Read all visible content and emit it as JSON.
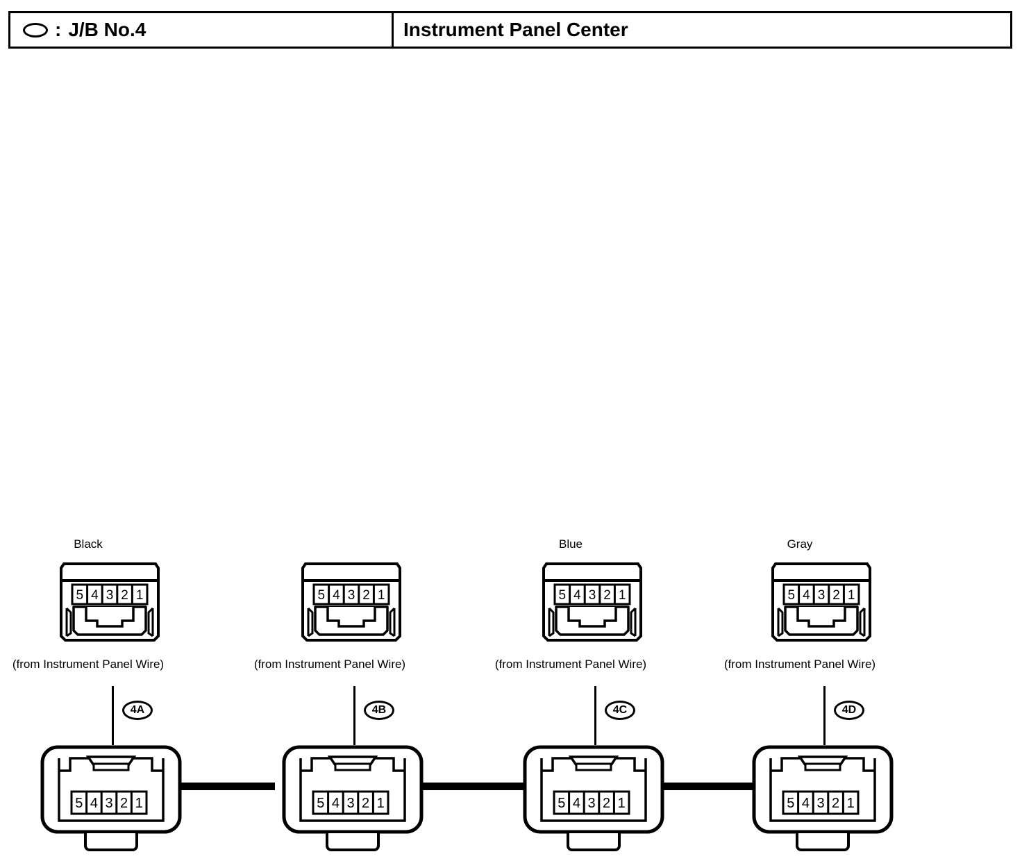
{
  "header": {
    "symbol_icon": "oval-icon",
    "colon": ":",
    "left_text": "J/B No.4",
    "right_text": "Instrument Panel Center"
  },
  "diagram": {
    "pin_labels": [
      "5",
      "4",
      "3",
      "2",
      "1"
    ],
    "from_caption": "(from Instrument Panel Wire)",
    "groups": [
      {
        "color_label": "Black",
        "code": "4A",
        "from_caption": "(from Instrument Panel Wire)",
        "top_pins": [
          "5",
          "4",
          "3",
          "2",
          "1"
        ],
        "bottom_pins": [
          "5",
          "4",
          "3",
          "2",
          "1"
        ]
      },
      {
        "color_label": "",
        "code": "4B",
        "from_caption": "(from Instrument Panel Wire)",
        "top_pins": [
          "5",
          "4",
          "3",
          "2",
          "1"
        ],
        "bottom_pins": [
          "5",
          "4",
          "3",
          "2",
          "1"
        ]
      },
      {
        "color_label": "Blue",
        "code": "4C",
        "from_caption": "(from Instrument Panel Wire)",
        "top_pins": [
          "5",
          "4",
          "3",
          "2",
          "1"
        ],
        "bottom_pins": [
          "5",
          "4",
          "3",
          "2",
          "1"
        ]
      },
      {
        "color_label": "Gray",
        "code": "4D",
        "from_caption": "(from Instrument Panel Wire)",
        "top_pins": [
          "5",
          "4",
          "3",
          "2",
          "1"
        ],
        "bottom_pins": [
          "5",
          "4",
          "3",
          "2",
          "1"
        ]
      }
    ]
  },
  "colors": {
    "line": "#000000",
    "background": "#ffffff"
  }
}
